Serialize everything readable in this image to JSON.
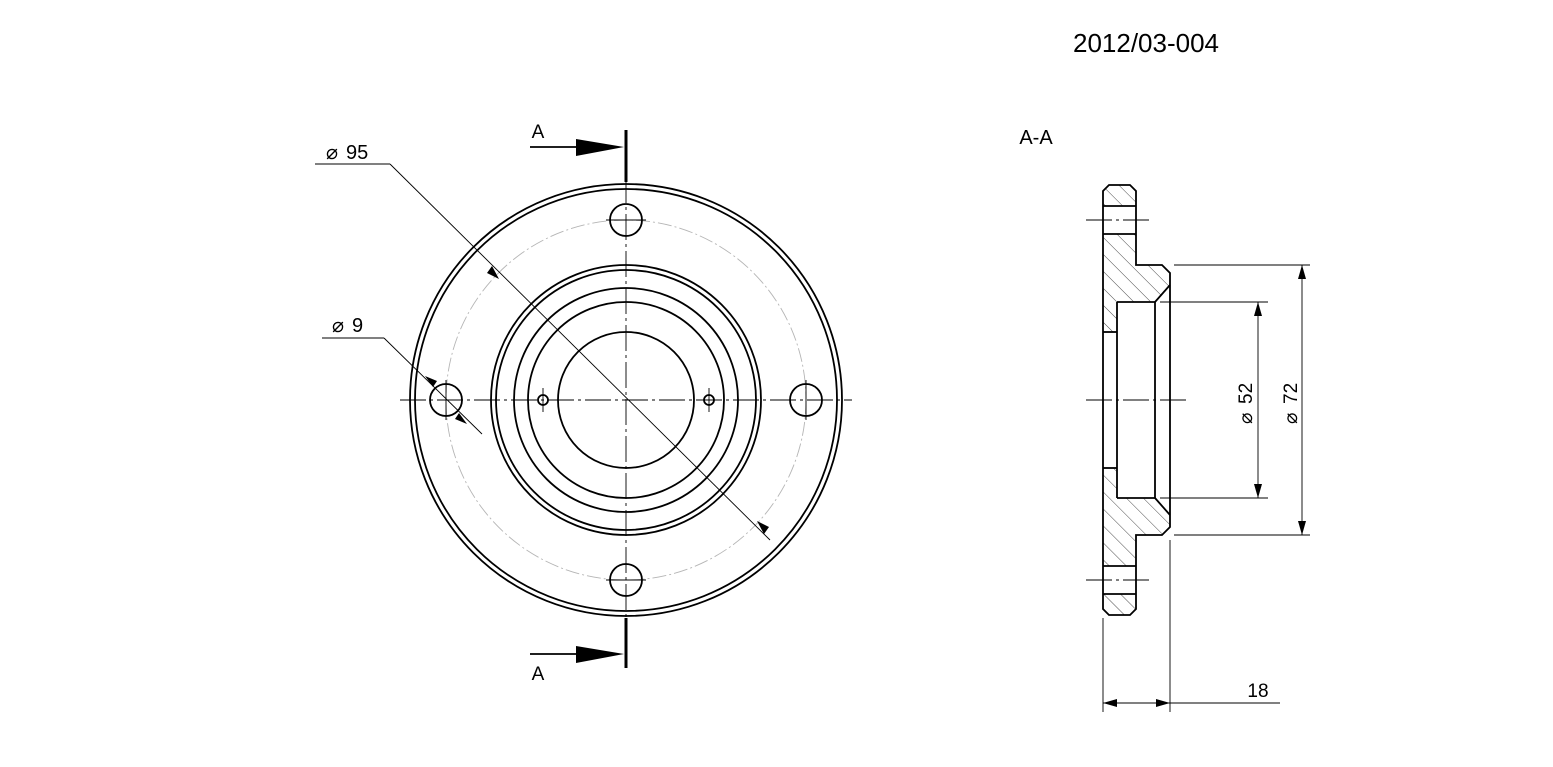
{
  "drawing_number": "2012/03-004",
  "section_title": "A-A",
  "section_marks": {
    "top": "A",
    "bottom": "A"
  },
  "dimensions": {
    "outer_diameter": "95",
    "hole_diameter": "9",
    "bore_diameter": "52",
    "boss_diameter": "72",
    "width": "18"
  },
  "diameter_symbol": "⌀"
}
